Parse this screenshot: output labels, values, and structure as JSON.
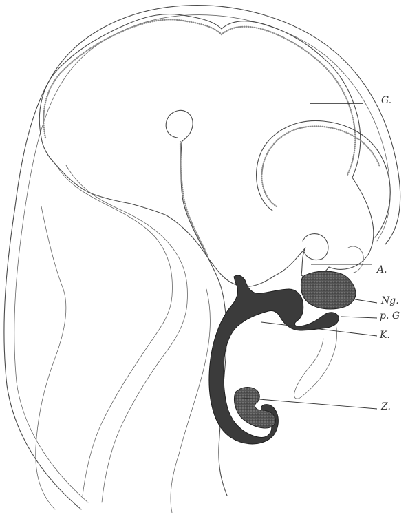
{
  "labels": {
    "g": "G.",
    "a": "A.",
    "ng": "Ng.",
    "pg": "p. G",
    "k": "K.",
    "z": "Z."
  }
}
